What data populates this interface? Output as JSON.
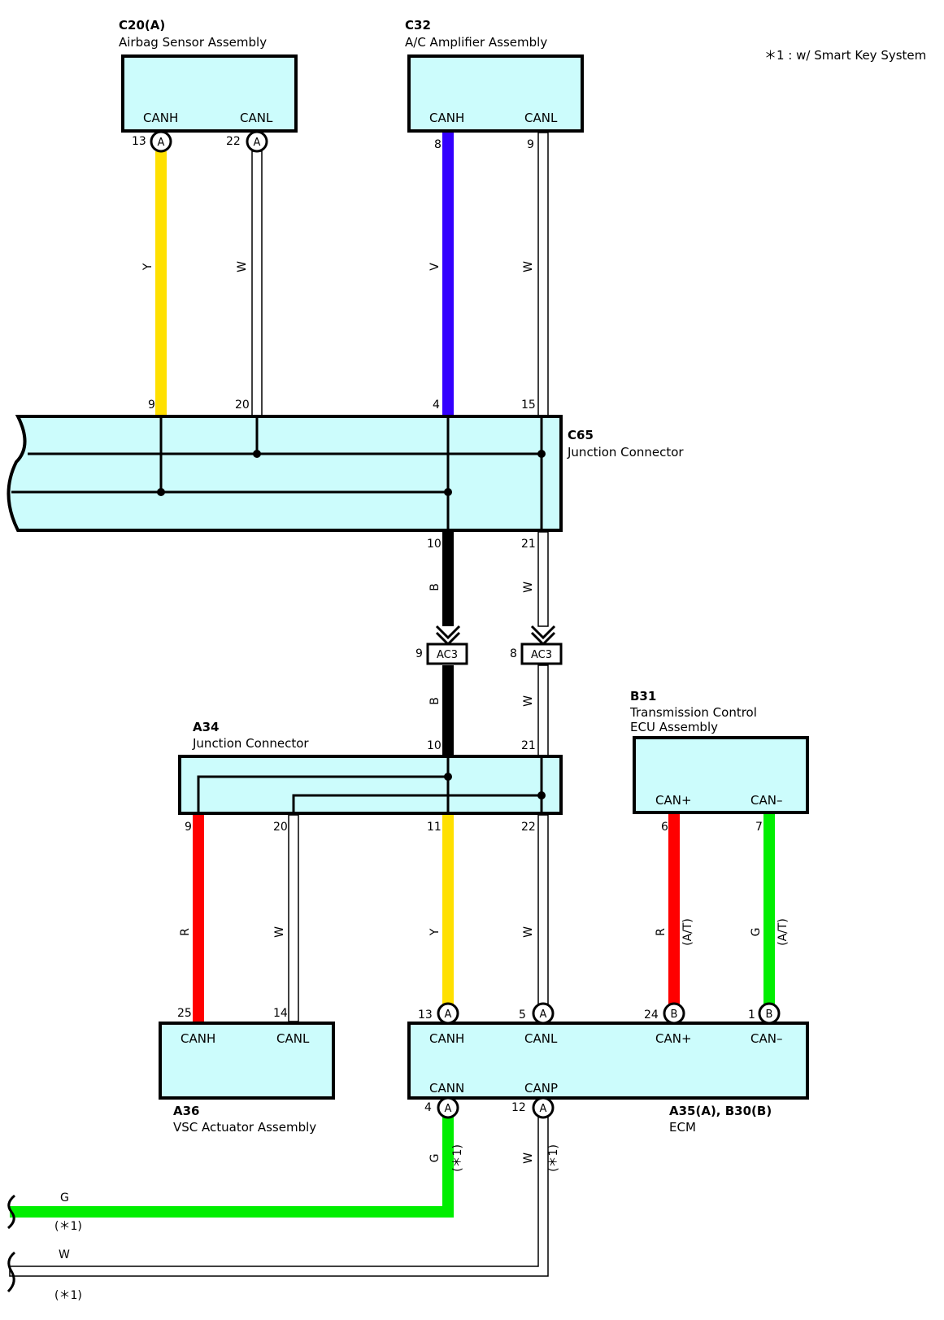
{
  "note": "＊1 : w/ Smart Key System",
  "components": {
    "c20": {
      "code": "C20(A)",
      "name": "Airbag Sensor Assembly",
      "sig1": "CANH",
      "sig2": "CANL",
      "pin1": "13",
      "pin2": "22",
      "conn": "A"
    },
    "c32": {
      "code": "C32",
      "name": "A/C Amplifier Assembly",
      "sig1": "CANH",
      "sig2": "CANL",
      "pin1": "8",
      "pin2": "9"
    },
    "c65": {
      "code": "C65",
      "name": "Junction Connector",
      "pins_top": [
        "9",
        "20",
        "4",
        "15"
      ],
      "pins_bottom": [
        "10",
        "21"
      ]
    },
    "ac3": {
      "label": "AC3",
      "pin1": "9",
      "pin2": "8"
    },
    "a34": {
      "code": "A34",
      "name": "Junction Connector",
      "pins_top": [
        "10",
        "21"
      ],
      "pins_bottom": [
        "9",
        "20",
        "11",
        "22"
      ]
    },
    "b31": {
      "code": "B31",
      "name_line1": "Transmission Control",
      "name_line2": "ECU Assembly",
      "sig1": "CAN+",
      "sig2": "CAN–",
      "pin1": "6",
      "pin2": "7"
    },
    "a36": {
      "code": "A36",
      "name": "VSC Actuator Assembly",
      "sig1": "CANH",
      "sig2": "CANL",
      "pin1": "25",
      "pin2": "14"
    },
    "ecm": {
      "code": "A35(A), B30(B)",
      "name": "ECM",
      "top_sigs": [
        "CANH",
        "CANL",
        "CAN+",
        "CAN–"
      ],
      "top_pins": [
        "13",
        "5",
        "24",
        "1"
      ],
      "top_conns": [
        "A",
        "A",
        "B",
        "B"
      ],
      "bot_sigs": [
        "CANN",
        "CANP"
      ],
      "bot_pins": [
        "4",
        "12"
      ],
      "bot_conns": [
        "A",
        "A"
      ]
    }
  },
  "wire_colors": {
    "Y": "Y",
    "W": "W",
    "V": "V",
    "B": "B",
    "R": "R",
    "G": "G"
  },
  "tags": {
    "at": "(A/T)",
    "star1": "(＊1)"
  },
  "colors": {
    "yellow": "#ffe000",
    "violet": "#3300ff",
    "black": "#000000",
    "red": "#ff0000",
    "green": "#00ee00",
    "box": "#ccfcfc"
  }
}
